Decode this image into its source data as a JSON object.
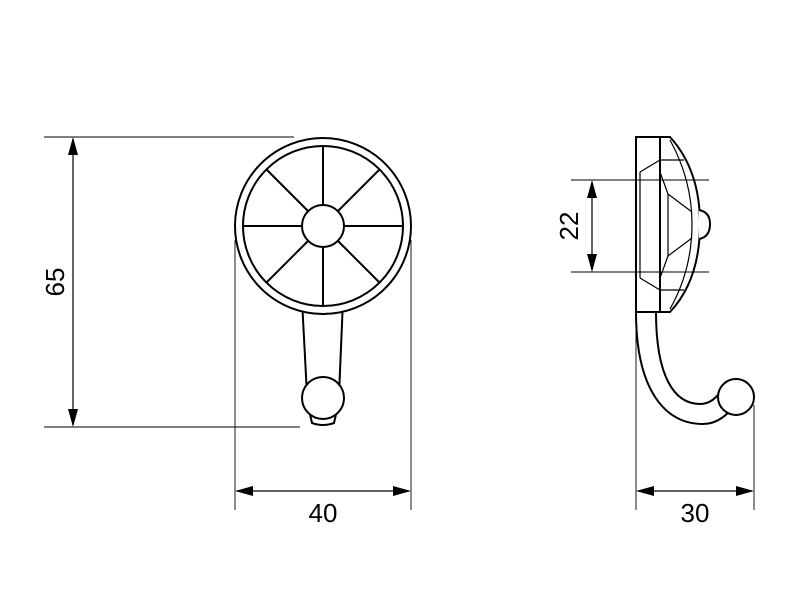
{
  "dimensions": {
    "height_label": "65",
    "width_label": "40",
    "depth_label": "30",
    "spacing_label": "22"
  },
  "colors": {
    "line": "#000000",
    "background": "#ffffff"
  }
}
